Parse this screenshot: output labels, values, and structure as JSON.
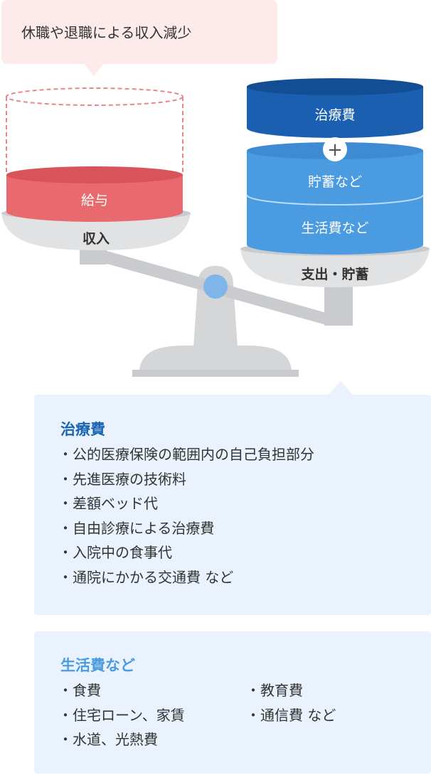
{
  "callout": {
    "text": "休職や退職による収入減少"
  },
  "scale": {
    "left_cup_label": "給与",
    "left_pan_label": "収入",
    "right_top_label": "治療費",
    "plus_symbol": "+",
    "right_mid_label": "貯蓄など",
    "right_bottom_label": "生活費など",
    "right_pan_label": "支出・貯蓄"
  },
  "treatment_panel": {
    "title": "治療費",
    "items": [
      "公的医療保険の範囲内の自己負担部分",
      "先進医療の技術料",
      "差額ベッド代",
      "自由診療による治療費",
      "入院中の食事代",
      "通院にかかる交通費 など"
    ]
  },
  "living_panel": {
    "title": "生活費など",
    "items_left": [
      "食費",
      "住宅ローン、家賃",
      "水道、光熱費"
    ],
    "items_right": [
      "教育費",
      "通信費 など"
    ]
  },
  "colors": {
    "callout_bg": "#fdeaea",
    "income_red": "#e86a6f",
    "treatment_dark_blue": "#1a5fb0",
    "savings_blue": "#4a9be0",
    "panel_bg": "#eaf3fd",
    "scale_gray": "#d4d6d8"
  }
}
